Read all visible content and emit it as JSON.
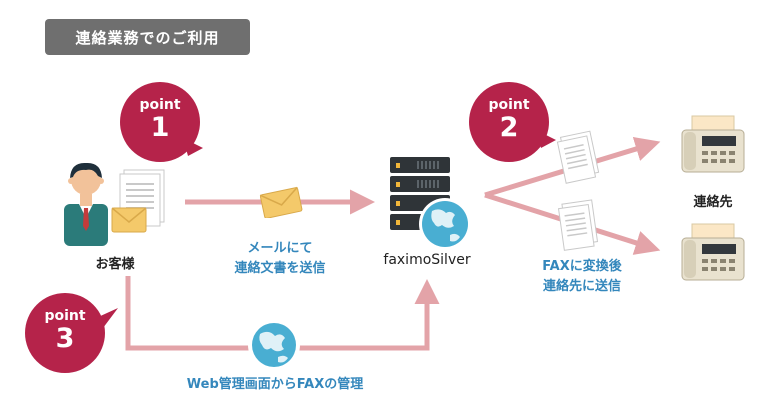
{
  "header": {
    "title": "連絡業務でのご利用"
  },
  "badges": [
    {
      "word": "point",
      "number": "1"
    },
    {
      "word": "point",
      "number": "2"
    },
    {
      "word": "point",
      "number": "3"
    }
  ],
  "labels": {
    "customer": "お客様",
    "mail_line1": "メールにて",
    "mail_line2": "連絡文書を送信",
    "server": "faximoSilver",
    "fax_line1": "FAXに変換後",
    "fax_line2": "連絡先に送信",
    "destination": "連絡先",
    "web": "Web管理画面からFAXの管理"
  },
  "colors": {
    "badge": "#b5234a",
    "arrow": "#e3a3a8",
    "label_blue": "#3487bc",
    "title_bg": "#6f6f6f",
    "envelope": "#f4c96a",
    "globe": "#49aed2"
  }
}
